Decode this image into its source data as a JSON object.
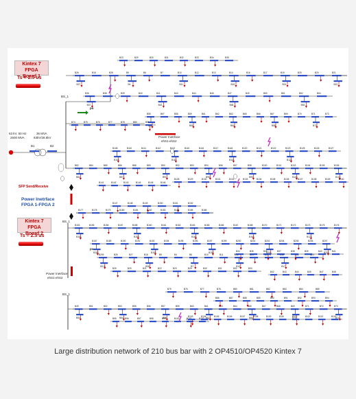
{
  "fpga1": {
    "title": "Kintex 7 FPGA",
    "board": "Board 1",
    "ts": "Ts = 2.5 us"
  },
  "fpga2": {
    "title": "Kintex 7 FPGA",
    "board": "Board 2",
    "ts": "Ts = 2.5 us"
  },
  "source": {
    "line1": "63 kV, 50 Hz",
    "line2": "2500 MVA",
    "tr1": "36 MVA",
    "tr2": "63kV/28.5kV",
    "b1": "B1",
    "b2": "B2"
  },
  "sfp_label": "SFP Send/Receive",
  "pi_mid": {
    "line1": "Power Inetrface",
    "line2": "FPGA 1-FPGA 2"
  },
  "pi_top": {
    "line1": "Power Inetrface",
    "line2": "ehS1-ehS2"
  },
  "pi_low": {
    "line1": "Power Inetrface",
    "line2": "ehS1-ehS2"
  },
  "pu": "pu",
  "bs": [
    "BS_1",
    "BS_1",
    "BS_1"
  ],
  "bus_labels": [
    "B26",
    "B27",
    "B18",
    "B28",
    "B9",
    "B4",
    "B6",
    "B7",
    "B10",
    "B11",
    "B12",
    "B13",
    "B14",
    "B15",
    "B16",
    "B17",
    "B19",
    "B24",
    "B25",
    "B20",
    "B21",
    "B22",
    "B23",
    "B29",
    "B30",
    "B31",
    "B32",
    "B33",
    "B34",
    "B35",
    "B36",
    "B37",
    "B38",
    "B39",
    "B40",
    "B41",
    "B42",
    "B43",
    "B44",
    "B45",
    "B47",
    "B48",
    "B49",
    "B50",
    "B51",
    "B52",
    "B53",
    "B54",
    "B55",
    "B56",
    "B57",
    "B58",
    "B59",
    "B60",
    "B61",
    "B62",
    "B63",
    "B64",
    "B65",
    "B66",
    "B67",
    "B68",
    "B69",
    "B70",
    "B71",
    "B72",
    "B73",
    "B74",
    "B75",
    "B76",
    "B77",
    "B78",
    "B80",
    "B81",
    "B82",
    "B83",
    "B84",
    "B85",
    "B86",
    "B87",
    "B88",
    "B89",
    "B90",
    "B91",
    "B92",
    "B93",
    "B94",
    "B95",
    "B96",
    "B97",
    "B98",
    "B99",
    "B100",
    "B101",
    "B102",
    "B103",
    "B104",
    "B105",
    "B106",
    "B107",
    "B108",
    "B109",
    "B110",
    "B111",
    "B112",
    "B113",
    "B114",
    "B115",
    "B116",
    "B117",
    "B118",
    "B119",
    "B120",
    "B121",
    "B122",
    "B123",
    "B124",
    "B125",
    "B126",
    "B127",
    "B128",
    "B129",
    "B130",
    "B131",
    "B132",
    "B133",
    "B134",
    "B135",
    "B136",
    "B137",
    "B138",
    "B139",
    "B140",
    "B141",
    "B142",
    "B143",
    "B144",
    "B145",
    "B146",
    "B147",
    "B148",
    "B149",
    "B150",
    "B151",
    "B152",
    "B153",
    "B154",
    "B155",
    "B156",
    "B157",
    "B158",
    "B159",
    "B160",
    "B161",
    "B162",
    "B163",
    "B164",
    "B165",
    "B166",
    "B167",
    "B168",
    "B169",
    "B170",
    "B171",
    "B172",
    "B173",
    "B174",
    "B175",
    "B176",
    "B177",
    "B178",
    "B179",
    "B180",
    "B181",
    "B182",
    "B183",
    "B184",
    "B185",
    "B186",
    "B187",
    "B188",
    "B189",
    "B190",
    "B191",
    "B192",
    "B193",
    "B194",
    "B195",
    "B196",
    "B197",
    "B198",
    "B199",
    "B200",
    "B201",
    "B202",
    "B203",
    "B204",
    "B205",
    "B206",
    "B207",
    "B208",
    "B209",
    "B210"
  ],
  "caption": "Large distribution network of 210 bus bar with 2 OP4510/OP4520 Kintex 7",
  "colors": {
    "bus": "#2d4fc7",
    "line": "#222222",
    "fpga_text": "#c00000",
    "interface_text": "#1f4ea8",
    "fault": "#c020c0",
    "load_arrow": "#c00000"
  }
}
